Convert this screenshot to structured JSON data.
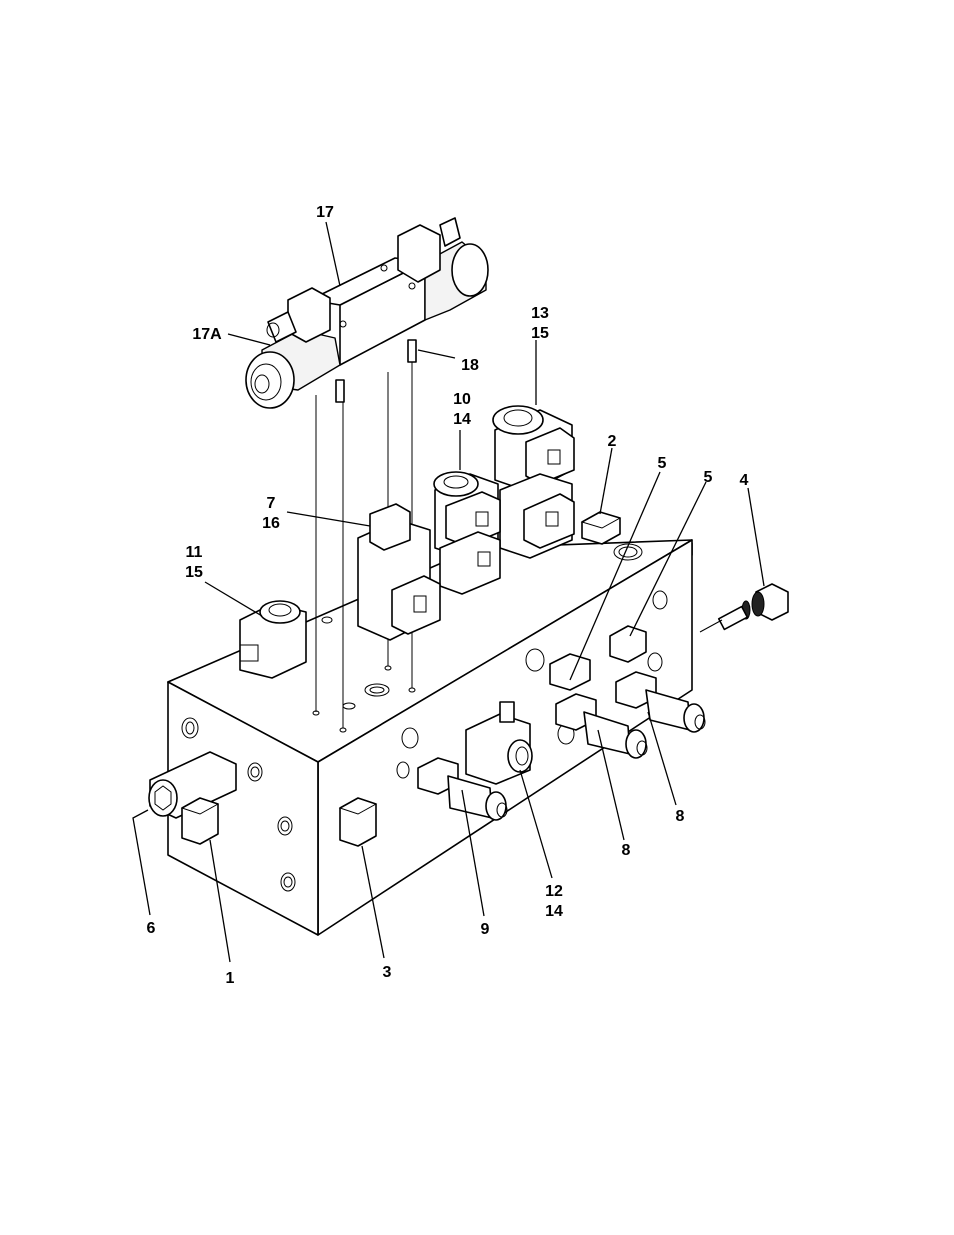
{
  "callouts": [
    {
      "id": "c17",
      "lines": [
        "17"
      ]
    },
    {
      "id": "c17a",
      "lines": [
        "17A"
      ]
    },
    {
      "id": "c18",
      "lines": [
        "18"
      ]
    },
    {
      "id": "c13",
      "lines": [
        "13",
        "15"
      ]
    },
    {
      "id": "c10",
      "lines": [
        "10",
        "14"
      ]
    },
    {
      "id": "c2",
      "lines": [
        "2"
      ]
    },
    {
      "id": "c5a",
      "lines": [
        "5"
      ]
    },
    {
      "id": "c5b",
      "lines": [
        "5"
      ]
    },
    {
      "id": "c4",
      "lines": [
        "4"
      ]
    },
    {
      "id": "c7",
      "lines": [
        "7",
        "16"
      ]
    },
    {
      "id": "c11",
      "lines": [
        "11",
        "15"
      ]
    },
    {
      "id": "c8a",
      "lines": [
        "8"
      ]
    },
    {
      "id": "c8b",
      "lines": [
        "8"
      ]
    },
    {
      "id": "c12",
      "lines": [
        "12",
        "14"
      ]
    },
    {
      "id": "c6",
      "lines": [
        "6"
      ]
    },
    {
      "id": "c9",
      "lines": [
        "9"
      ]
    },
    {
      "id": "c1",
      "lines": [
        "1"
      ]
    },
    {
      "id": "c3",
      "lines": [
        "3"
      ]
    }
  ]
}
